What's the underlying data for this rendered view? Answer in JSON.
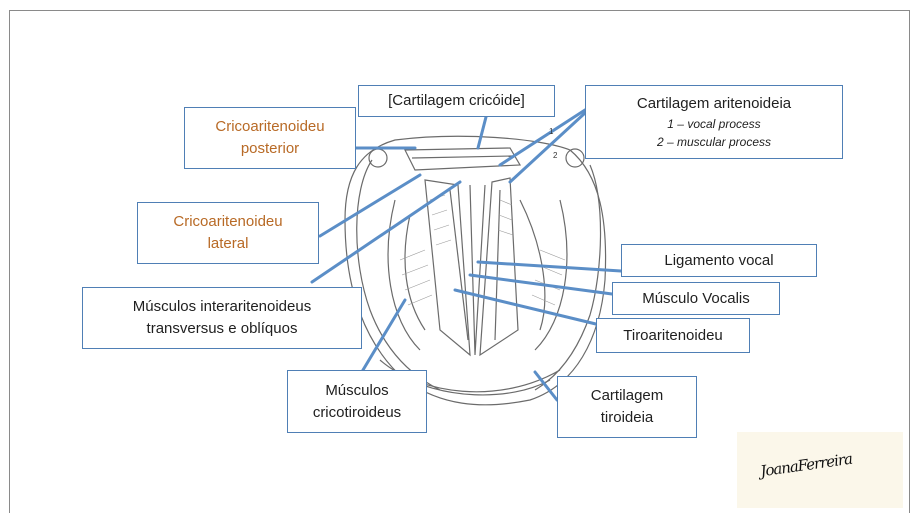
{
  "labels": {
    "cricoide": "[Cartilagem cricóide]",
    "aritenoideia": "Cartilagem aritenoideia",
    "vocal_process": "1 – vocal process",
    "muscular_process": "2 – muscular process",
    "crico_post_1": "Cricoaritenoideu",
    "crico_post_2": "posterior",
    "crico_lat_1": "Cricoaritenoideu",
    "crico_lat_2": "lateral",
    "inter_1": "Músculos interaritenoideus",
    "inter_2": "transversus e oblíquos",
    "lig_vocal": "Ligamento vocal",
    "vocalis": "Músculo Vocalis",
    "tiro": "Tiroaritenoideu",
    "cricotir_1": "Músculos",
    "cricotir_2": "cricotiroideus",
    "tiroideia_1": "Cartilagem",
    "tiroideia_2": "tiroideia",
    "point_1": "1",
    "point_2": "2"
  },
  "signature": "JoanaFerreira",
  "colors": {
    "leader": "#5b8ec7",
    "box_border": "#4f7fb5",
    "orange_text": "#b86a26",
    "pencil": "#555555"
  }
}
